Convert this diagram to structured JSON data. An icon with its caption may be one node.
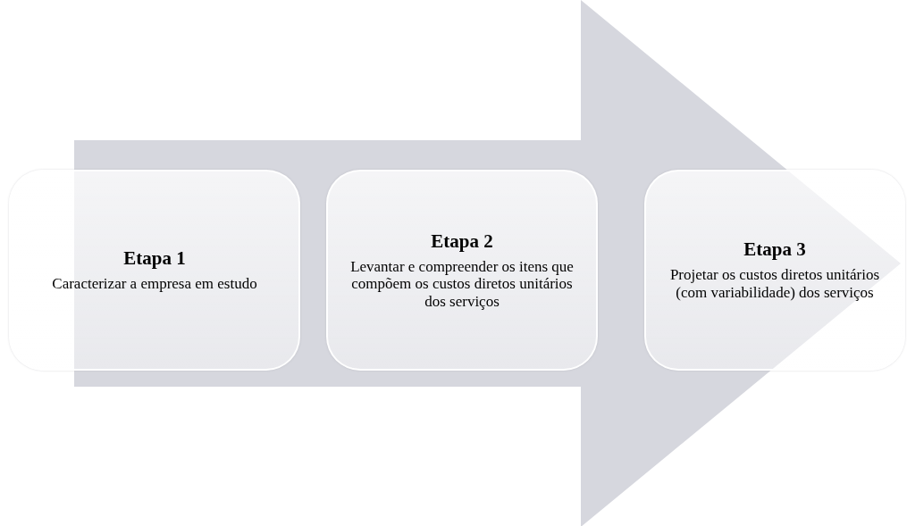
{
  "diagram": {
    "nodes": [
      {
        "text": [
          "Etapa 1",
          "Caracterizar a empresa em estudo"
        ]
      },
      {
        "text": [
          "Etapa 2",
          "Levantar e compreender os itens que compõem os custos diretos unitários dos serviços"
        ]
      },
      {
        "text": [
          "Etapa 3",
          "Projetar os custos diretos unitários (com variabilidade) dos serviços"
        ]
      }
    ],
    "edges": [
      {
        "from": 0,
        "to": 2,
        "arrow": "to",
        "style": "thick"
      }
    ]
  }
}
